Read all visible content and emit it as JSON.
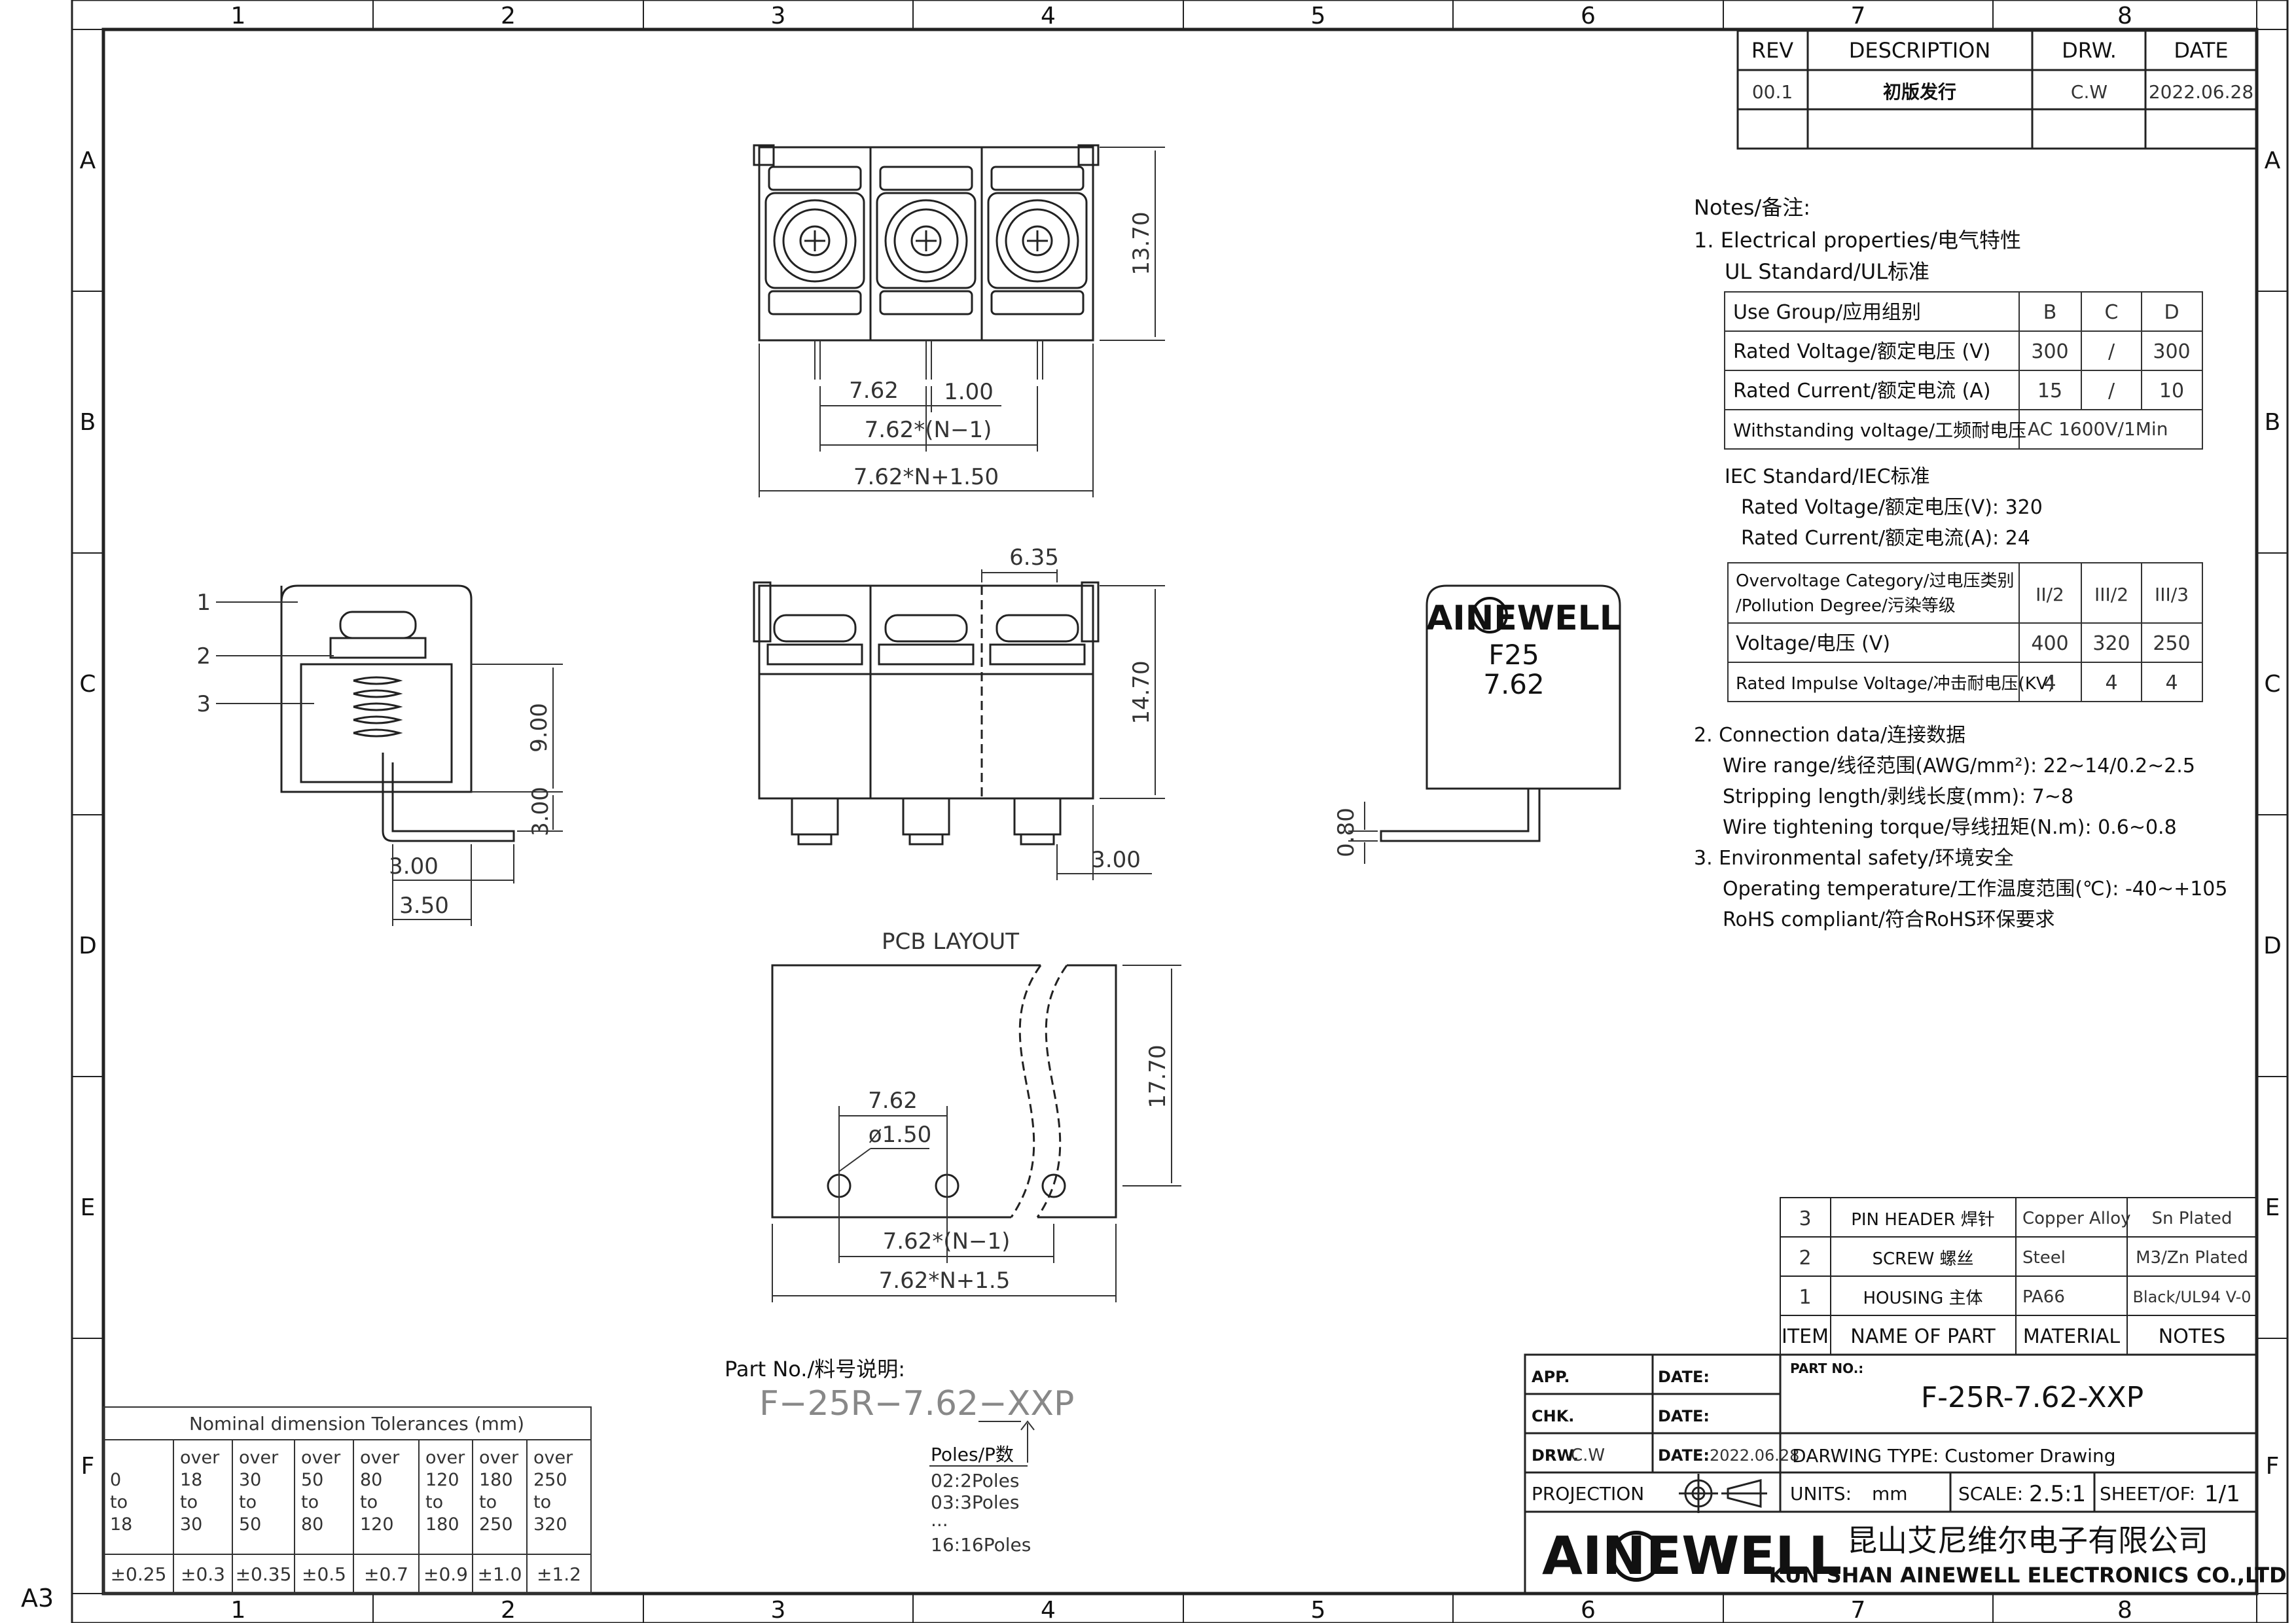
{
  "sheet": {
    "size_label": "A3",
    "col_labels": [
      "1",
      "2",
      "3",
      "4",
      "5",
      "6",
      "7",
      "8"
    ],
    "row_labels": [
      "A",
      "B",
      "C",
      "D",
      "E",
      "F"
    ]
  },
  "revision": {
    "headers": [
      "REV",
      "DESCRIPTION",
      "DRW.",
      "DATE"
    ],
    "rows": [
      [
        "00.1",
        "初版发行",
        "C.W",
        "2022.06.28"
      ]
    ]
  },
  "notes": {
    "title": "Notes/备注:",
    "electrical": "1. Electrical properties/电气特性",
    "ul": "UL Standard/UL标准",
    "ul_table": [
      [
        "Use Group/应用组别",
        "B",
        "C",
        "D"
      ],
      [
        "Rated Voltage/额定电压 (V)",
        "300",
        "/",
        "300"
      ],
      [
        "Rated Current/额定电流 (A)",
        "15",
        "/",
        "10"
      ],
      [
        "Withstanding voltage/工频耐电压",
        "AC 1600V/1Min"
      ]
    ],
    "iec": "IEC Standard/IEC标准",
    "iec_voltage": "Rated Voltage/额定电压(V):  320",
    "iec_current": "Rated Current/额定电流(A):   24",
    "iec_table": {
      "header_l1": "Overvoltage Category/过电压类别",
      "header_l2": "/Pollution Degree/污染等级",
      "header_vals": [
        "II/2",
        "III/2",
        "III/3"
      ],
      "rows": [
        [
          "Voltage/电压 (V)",
          "400",
          "320",
          "250"
        ],
        [
          "Rated Impulse Voltage/冲击耐电压(KV)",
          "4",
          "4",
          "4"
        ]
      ]
    },
    "connection": "2. Connection data/连接数据",
    "wire_range": "Wire range/线径范围(AWG/mm²):  22~14/0.2~2.5",
    "stripping": "Stripping length/剥线长度(mm):  7~8",
    "torque": "Wire tightening torque/导线扭矩(N.m):  0.6~0.8",
    "env": "3. Environmental safety/环境安全",
    "temp": "Operating temperature/工作温度范围(℃):  -40~+105",
    "rohs": "RoHS compliant/符合RoHS环保要求"
  },
  "views": {
    "top": {
      "d_height": "13.70",
      "d_pitch": "7.62",
      "d_pin": "1.00",
      "d_n1": "7.62*(N−1)",
      "d_total": "7.62*N+1.50"
    },
    "side": {
      "labels": [
        "1",
        "2",
        "3"
      ],
      "d_h": "9.00",
      "d_pin_h": "3.00",
      "d_a": "3.00",
      "d_b": "3.50"
    },
    "front": {
      "d_top": "6.35",
      "d_h": "14.70",
      "d_pin": "3.00"
    },
    "label_view": {
      "brand": "AINEWELL",
      "model": "F25",
      "pitch": "7.62",
      "d_thick": "0.80"
    },
    "pcb": {
      "title": "PCB LAYOUT",
      "d_pitch": "7.62",
      "d_hole": "ø1.50",
      "d_h": "17.70",
      "d_n1": "7.62*(N−1)",
      "d_total": "7.62*N+1.5"
    }
  },
  "part_number": {
    "label": "Part No./料号说明:",
    "code": "F−25R−7.62−XXP",
    "poles_label": "Poles/P数",
    "options": [
      "02:2Poles",
      "03:3Poles",
      "...",
      "16:16Poles"
    ]
  },
  "tolerance": {
    "title": "Nominal dimension Tolerances (mm)",
    "ranges": [
      [
        "0",
        "to",
        "18"
      ],
      [
        "over",
        "18",
        "to",
        "30"
      ],
      [
        "over",
        "30",
        "to",
        "50"
      ],
      [
        "over",
        "50",
        "to",
        "80"
      ],
      [
        "over",
        "80",
        "to",
        "120"
      ],
      [
        "over",
        "120",
        "to",
        "180"
      ],
      [
        "over",
        "180",
        "to",
        "250"
      ],
      [
        "over",
        "250",
        "to",
        "320"
      ]
    ],
    "values": [
      "±0.25",
      "±0.3",
      "±0.35",
      "±0.5",
      "±0.7",
      "±0.9",
      "±1.0",
      "±1.2"
    ]
  },
  "bom": {
    "headers": [
      "ITEM",
      "NAME OF PART",
      "MATERIAL",
      "NOTES"
    ],
    "rows": [
      [
        "3",
        "PIN HEADER 焊针",
        "Copper Alloy",
        "Sn Plated"
      ],
      [
        "2",
        "SCREW 螺丝",
        "Steel",
        "M3/Zn Plated"
      ],
      [
        "1",
        "HOUSING 主体",
        "PA66",
        "Black/UL94 V-0"
      ]
    ]
  },
  "title_block": {
    "app": "APP.",
    "chk": "CHK.",
    "drw": "DRW.",
    "drw_name": "C.W",
    "date": "DATE:",
    "drw_date": "2022.06.28",
    "part_no_label": "PART NO.:",
    "part_no": "F-25R-7.62-XXP",
    "drawing_type": "DARWING TYPE:   Customer Drawing",
    "projection": "PROJECTION",
    "units_label": "UNITS:",
    "units": "mm",
    "scale_label": "SCALE:",
    "scale": "2.5:1",
    "sheet_label": "SHEET/OF:",
    "sheet": "1/1",
    "logo": "AINEWELL",
    "company_cn": "昆山艾尼维尔电子有限公司",
    "company_en": "KUN SHAN AINEWELL ELECTRONICS CO.,LTD"
  }
}
